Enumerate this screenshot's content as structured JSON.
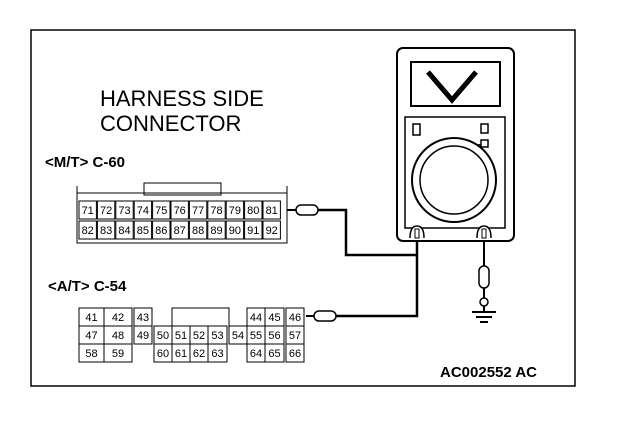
{
  "title_line1": "HARNESS SIDE",
  "title_line2": "CONNECTOR",
  "mt_label": "<M/T> C-60",
  "at_label": "<A/T> C-54",
  "figure_code": "AC002552 AC",
  "c60": {
    "row1": [
      "71",
      "72",
      "73",
      "74",
      "75",
      "76",
      "77",
      "78",
      "79",
      "80",
      "81"
    ],
    "row2": [
      "82",
      "83",
      "84",
      "85",
      "86",
      "87",
      "88",
      "89",
      "90",
      "91",
      "92"
    ]
  },
  "c54": {
    "row1": [
      "41",
      "42",
      "43",
      "",
      "",
      "",
      "",
      "",
      "44",
      "45",
      "46"
    ],
    "row2": [
      "47",
      "48",
      "49",
      "50",
      "51",
      "52",
      "53",
      "54",
      "55",
      "56",
      "57"
    ],
    "row3": [
      "58",
      "59",
      "",
      "60",
      "61",
      "62",
      "63",
      "",
      "64",
      "65",
      "66"
    ]
  },
  "icons": {
    "meter": "voltmeter-icon",
    "ground": "ground-icon",
    "probe": "test-probe-icon"
  }
}
